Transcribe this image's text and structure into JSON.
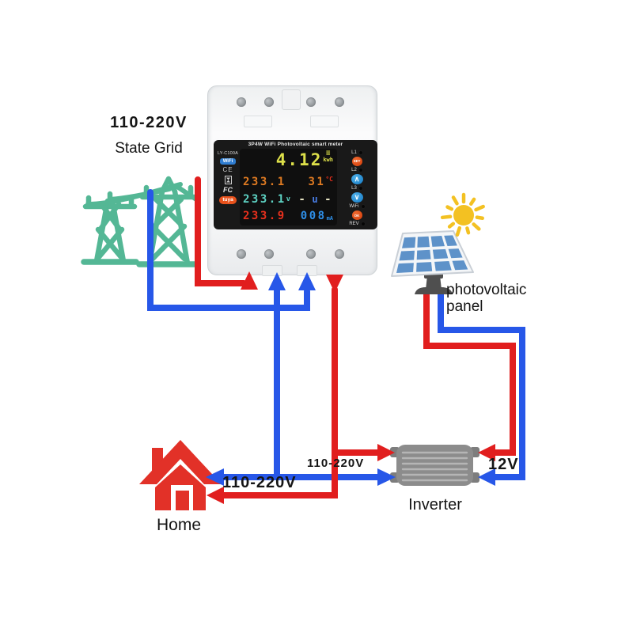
{
  "colors": {
    "wire_red": "#e11e1e",
    "wire_blue": "#2757e8",
    "tower_teal": "#54b795",
    "house_red": "#e23128",
    "sun_yellow": "#f3c122",
    "panel_blue": "#5e92c9",
    "inverter_gray": "#8c8c8c",
    "display_yellow": "#dde04a",
    "display_orange": "#e07b22",
    "display_teal": "#5ed3c4",
    "display_red": "#e8301d",
    "display_blue": "#2e8fe8"
  },
  "grid": {
    "voltage": "110-220V",
    "name": "State Grid"
  },
  "meter": {
    "title": "3P4W WiFi Photovoltaic smart meter",
    "model": "LY-C100A",
    "badges": {
      "wifi": "WiFi",
      "ce": "CE",
      "fcc": "FC",
      "tuya": "tuya"
    },
    "display": {
      "energy_value": "4.12",
      "energy_mark": "≡",
      "energy_unit": "kwh",
      "voltage_a": "233.1",
      "temperature": "31",
      "temperature_unit": "°C",
      "voltage_b": "233.1",
      "voltage_b_unit": "v",
      "extras": [
        "-",
        "u",
        "-"
      ],
      "voltage_c": "233.9",
      "current": "008",
      "current_unit": "mA"
    },
    "controls": {
      "l1": "L1",
      "l2": "L2",
      "l3": "L3",
      "wifi": "WiFi",
      "rev": "REV",
      "set": "SET",
      "up": "∧",
      "down": "∨",
      "ok": "OK"
    }
  },
  "pv": {
    "label": "photovoltaic\npanel"
  },
  "inverter": {
    "name": "Inverter",
    "ac_voltage": "110-220V",
    "dc_voltage": "12V"
  },
  "home": {
    "name": "Home",
    "voltage": "110-220V"
  }
}
